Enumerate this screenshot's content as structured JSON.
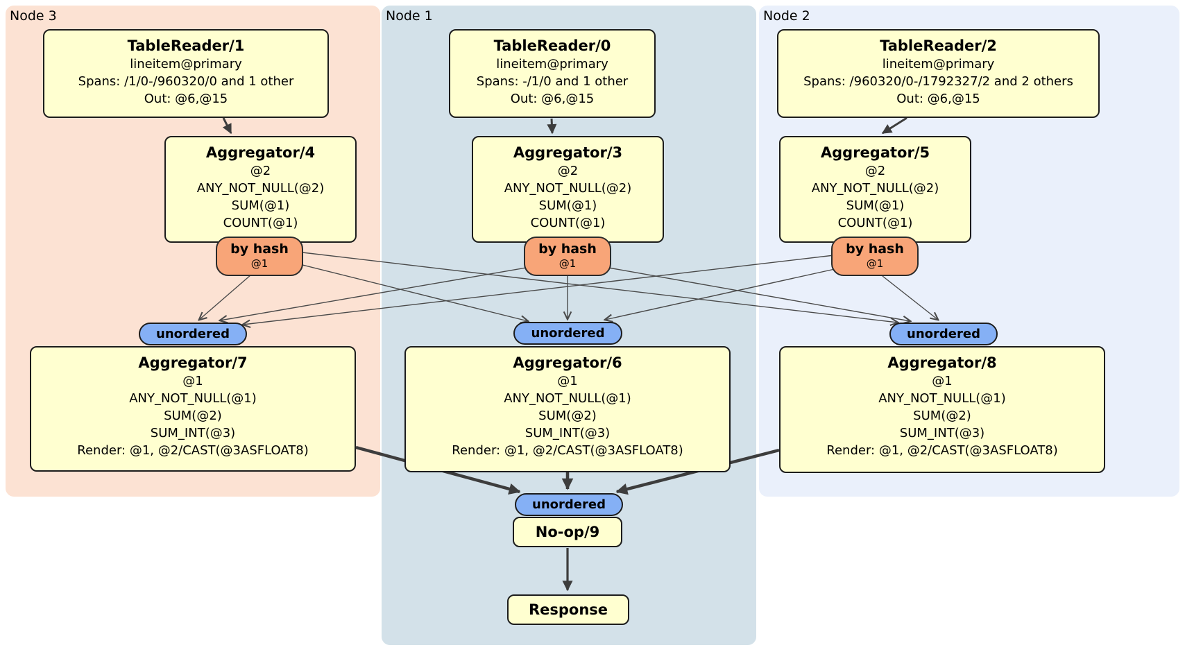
{
  "regions": {
    "node3": {
      "label": "Node 3"
    },
    "node1": {
      "label": "Node 1"
    },
    "node2": {
      "label": "Node 2"
    }
  },
  "columns": [
    {
      "table_reader": {
        "title": "TableReader/1",
        "rows": [
          "lineitem@primary",
          "Spans: /1/0-/960320/0 and 1 other",
          "Out: @6,@15"
        ]
      },
      "aggregator_top": {
        "title": "Aggregator/4",
        "rows": [
          "@2",
          "ANY_NOT_NULL(@2)",
          "SUM(@1)",
          "COUNT(@1)"
        ]
      },
      "router": {
        "label": "by hash",
        "detail": "@1"
      },
      "sync": {
        "label": "unordered"
      },
      "aggregator_bottom": {
        "title": "Aggregator/7",
        "rows": [
          "@1",
          "ANY_NOT_NULL(@1)",
          "SUM(@2)",
          "SUM_INT(@3)",
          "Render: @1, @2/CAST(@3ASFLOAT8)"
        ]
      }
    },
    {
      "table_reader": {
        "title": "TableReader/0",
        "rows": [
          "lineitem@primary",
          "Spans: -/1/0 and 1 other",
          "Out: @6,@15"
        ]
      },
      "aggregator_top": {
        "title": "Aggregator/3",
        "rows": [
          "@2",
          "ANY_NOT_NULL(@2)",
          "SUM(@1)",
          "COUNT(@1)"
        ]
      },
      "router": {
        "label": "by hash",
        "detail": "@1"
      },
      "sync": {
        "label": "unordered"
      },
      "aggregator_bottom": {
        "title": "Aggregator/6",
        "rows": [
          "@1",
          "ANY_NOT_NULL(@1)",
          "SUM(@2)",
          "SUM_INT(@3)",
          "Render: @1, @2/CAST(@3ASFLOAT8)"
        ]
      }
    },
    {
      "table_reader": {
        "title": "TableReader/2",
        "rows": [
          "lineitem@primary",
          "Spans: /960320/0-/1792327/2 and 2 others",
          "Out: @6,@15"
        ]
      },
      "aggregator_top": {
        "title": "Aggregator/5",
        "rows": [
          "@2",
          "ANY_NOT_NULL(@2)",
          "SUM(@1)",
          "COUNT(@1)"
        ]
      },
      "router": {
        "label": "by hash",
        "detail": "@1"
      },
      "sync": {
        "label": "unordered"
      },
      "aggregator_bottom": {
        "title": "Aggregator/8",
        "rows": [
          "@1",
          "ANY_NOT_NULL(@1)",
          "SUM(@2)",
          "SUM_INT(@3)",
          "Render: @1, @2/CAST(@3ASFLOAT8)"
        ]
      }
    }
  ],
  "final": {
    "sync_label": "unordered",
    "noop_title": "No-op/9",
    "response_title": "Response"
  },
  "colors": {
    "node3_region": "#fce2d3",
    "node1_region": "#d3e1e9",
    "node2_region": "#eaf0fb",
    "processor_box": "#ffffd0",
    "router_pill": "#f8a578",
    "sync_pill": "#85b0f5",
    "edge": "#444444"
  }
}
